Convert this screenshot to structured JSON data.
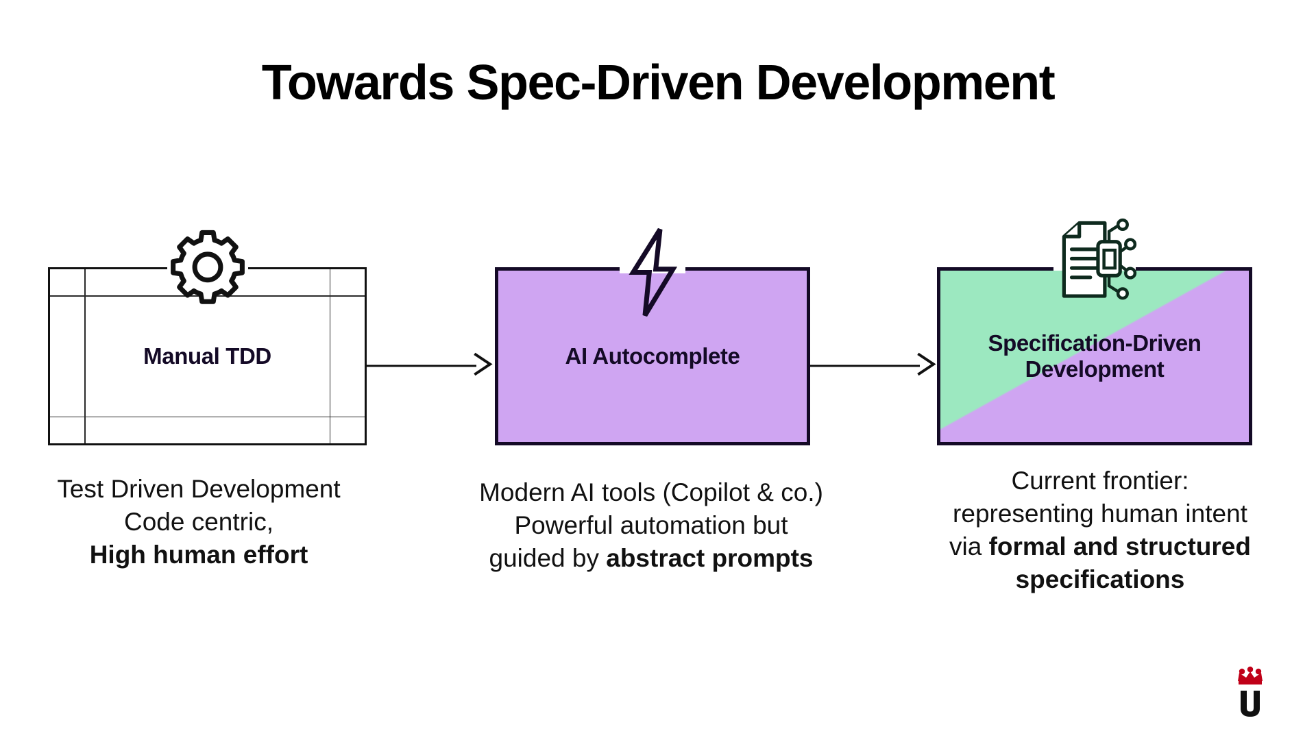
{
  "slide": {
    "title": "Towards Spec-Driven Development",
    "background_color": "#ffffff"
  },
  "colors": {
    "purple": "#cfa5f2",
    "green": "#9ce8c0",
    "ink": "#140a26",
    "line": "#111111",
    "logo_red": "#c00018",
    "logo_black": "#111111"
  },
  "flow": {
    "stages": [
      {
        "id": "manual-tdd",
        "label": "Manual TDD",
        "icon": "gear-icon",
        "fill": "grid-white",
        "caption_lines": [
          {
            "text": "Test Driven Development",
            "bold": false
          },
          {
            "text": "Code centric,",
            "bold": false
          },
          {
            "text": "High human effort",
            "bold": true
          }
        ]
      },
      {
        "id": "ai-autocomplete",
        "label": "AI Autocomplete",
        "icon": "lightning-bolt-icon",
        "fill": "purple",
        "caption_lines": [
          {
            "text": "Modern AI tools (Copilot & co.)",
            "bold": false
          },
          {
            "text": "Powerful automation but",
            "bold": false
          },
          {
            "text": "guided by ",
            "bold": false,
            "bold_tail": "abstract prompts"
          }
        ]
      },
      {
        "id": "specification-driven-development",
        "label": "Specification-Driven Development",
        "label_line1": "Specification-Driven",
        "label_line2": "Development",
        "icon": "document-circuit-icon",
        "fill": "green-purple-diagonal",
        "caption_lines": [
          {
            "text": "Current frontier:",
            "bold": false
          },
          {
            "text": "representing human intent",
            "bold": false
          },
          {
            "text": "via ",
            "bold": false,
            "bold_tail": "formal and structured"
          },
          {
            "text": "specifications",
            "bold": true
          }
        ]
      }
    ],
    "arrows": [
      {
        "id": "arrow-1",
        "from": "manual-tdd",
        "to": "ai-autocomplete"
      },
      {
        "id": "arrow-2",
        "from": "ai-autocomplete",
        "to": "specification-driven-development"
      }
    ]
  },
  "captions": {
    "c1_l1": "Test Driven Development",
    "c1_l2": "Code centric,",
    "c1_l3": "High human effort",
    "c2_l1": "Modern AI tools (Copilot & co.)",
    "c2_l2": "Powerful automation but",
    "c2_l3a": "guided by ",
    "c2_l3b": "abstract prompts",
    "c3_l1": "Current frontier:",
    "c3_l2": "representing human intent",
    "c3_l3a": "via ",
    "c3_l3b": "formal and structured",
    "c3_l4": "specifications"
  },
  "labels": {
    "box1": "Manual TDD",
    "box2": "AI Autocomplete",
    "box3_line1": "Specification-Driven",
    "box3_line2": "Development"
  },
  "logo": {
    "name": "urjc-university-logo",
    "letter": "u"
  }
}
